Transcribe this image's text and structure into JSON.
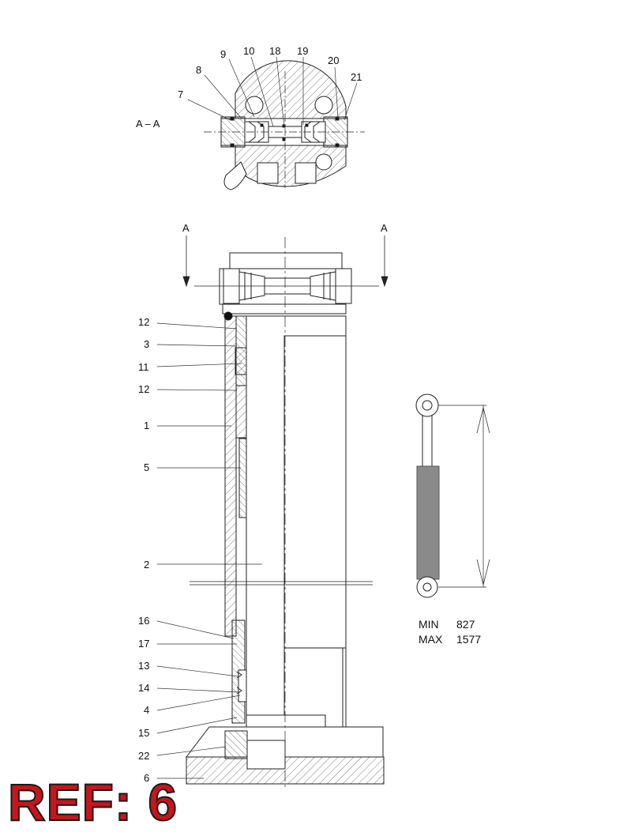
{
  "section_view": {
    "title": "A – A",
    "callouts": [
      "7",
      "8",
      "9",
      "10",
      "18",
      "19",
      "20",
      "21"
    ]
  },
  "section_markers": {
    "left": "A",
    "right": "A"
  },
  "main_view": {
    "callouts": [
      "12",
      "3",
      "11",
      "12",
      "1",
      "5",
      "2",
      "16",
      "17",
      "13",
      "14",
      "4",
      "15",
      "22",
      "6"
    ]
  },
  "stroke_dimension": {
    "min_label": "MIN",
    "min_value": "827",
    "max_label": "MAX",
    "max_value": "1577"
  },
  "ref": {
    "text": "REF: 6"
  },
  "colors": {
    "accent": "#c8141a",
    "line": "#222222",
    "rod_fill": "#8a8a8a"
  }
}
